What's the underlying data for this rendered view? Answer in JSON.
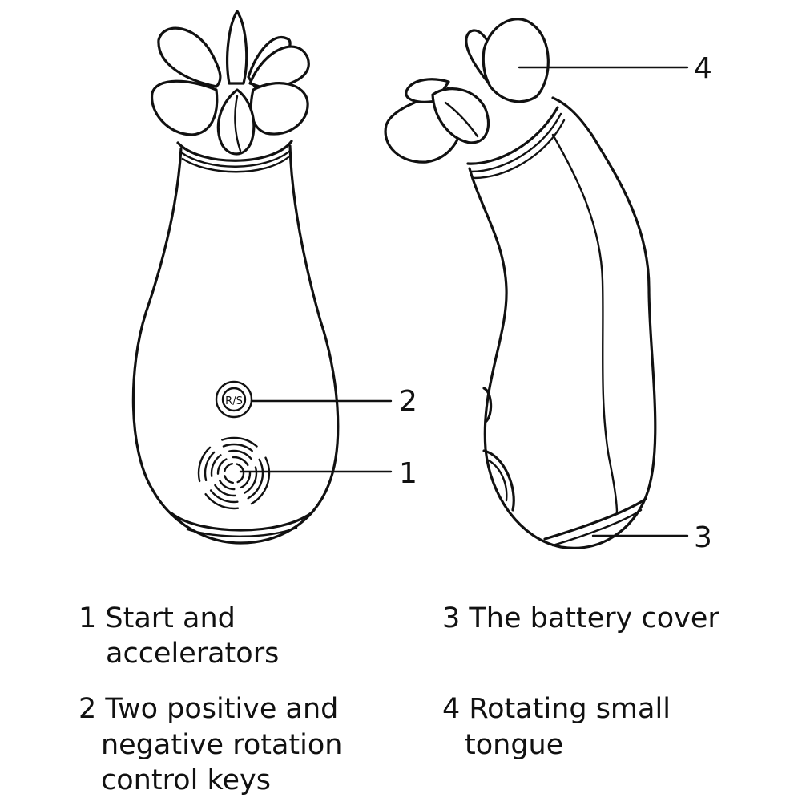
{
  "callouts": {
    "c1": "1",
    "c2": "2",
    "c3": "3",
    "c4": "4"
  },
  "legend": {
    "item1": {
      "line1": "1 Start and",
      "line2": "accelerators"
    },
    "item2": {
      "line1": "2 Two positive and",
      "line2": "negative rotation",
      "line3": "control keys"
    },
    "item3": {
      "line1": "3 The battery cover"
    },
    "item4": {
      "line1": "4 Rotating small",
      "line2": "tongue"
    }
  },
  "colors": {
    "ink": "#111111",
    "background": "#ffffff"
  },
  "rs_button_label": "R/S"
}
